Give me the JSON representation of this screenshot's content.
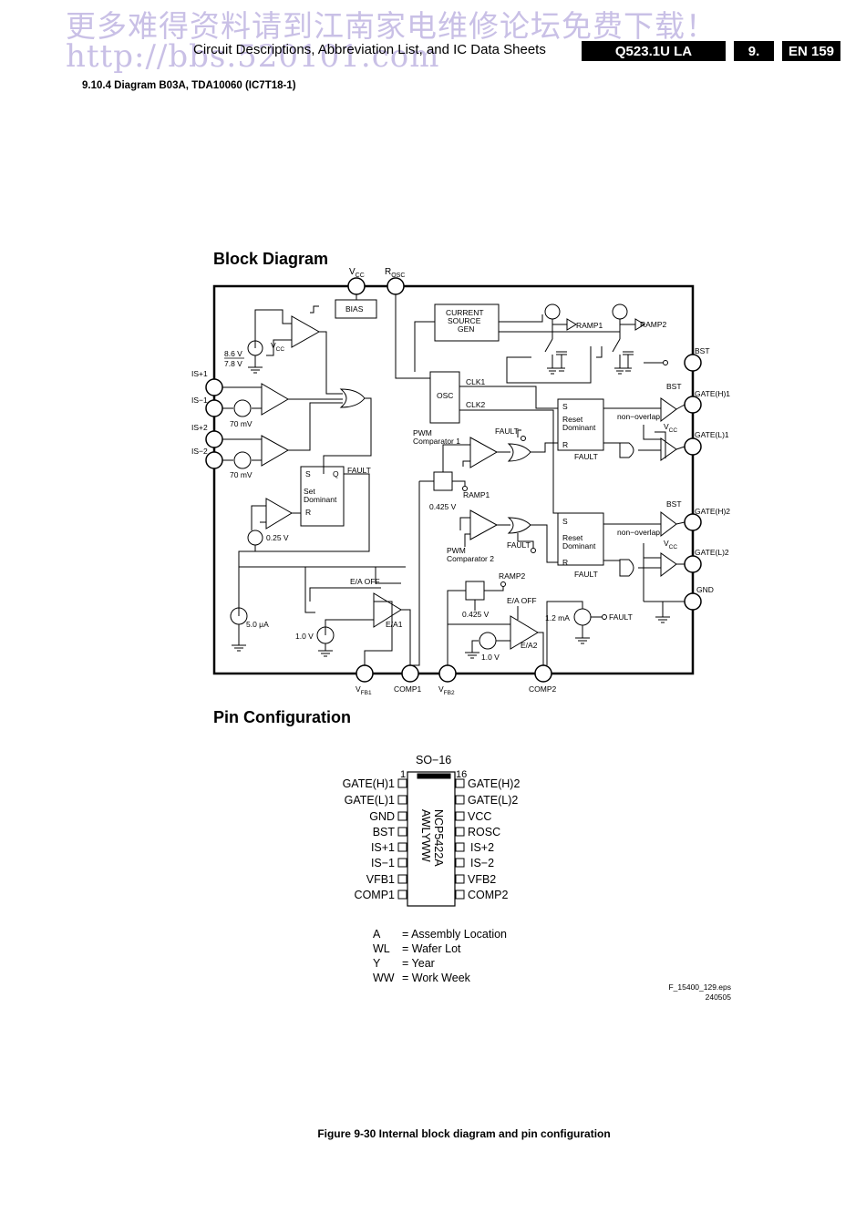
{
  "watermark": {
    "line1": "更多难得资料请到江南家电维修论坛免费下载！",
    "line2": "http://bbs.520101.com"
  },
  "header": {
    "title": "Circuit Descriptions, Abbreviation List, and IC Data Sheets",
    "model": "Q523.1U LA",
    "chapter": "9.",
    "page": "EN 159"
  },
  "section": {
    "title": "9.10.4   Diagram B03A, TDA10060 (IC7T18-1)"
  },
  "block_diagram": {
    "heading": "Block Diagram",
    "pins_top": [
      "V",
      "CC",
      "R",
      "OSC"
    ],
    "pins_left": [
      "IS+1",
      "IS−1",
      "IS+2",
      "IS−2"
    ],
    "pins_right": [
      "BST",
      "GATE(H)1",
      "GATE(L)1",
      "GATE(H)2",
      "GATE(L)2",
      "GND"
    ],
    "pins_bottom": [
      "V",
      "FB1",
      "COMP1",
      "V",
      "FB2",
      "COMP2"
    ],
    "blocks": {
      "bias": "BIAS",
      "current_source": [
        "CURRENT",
        "SOURCE",
        "GEN"
      ],
      "osc": "OSC",
      "latch_s": "S",
      "latch_q": "Q",
      "latch_r": "R",
      "latch_name": [
        "Set",
        "Dominant"
      ],
      "reset_s": "S",
      "reset_r": "R",
      "reset_name": [
        "Reset",
        "Dominant"
      ]
    },
    "labels": {
      "v86": "8.6 V",
      "v78": "7.8 V",
      "vcc_sub": "CC",
      "mv70a": "70 mV",
      "mv70b": "70 mV",
      "v025": "0.25 V",
      "ua5": "5.0 μA",
      "v10a": "1.0 V",
      "v10b": "1.0 V",
      "clk1": "CLK1",
      "clk2": "CLK2",
      "ramp1": "RAMP1",
      "ramp2": "RAMP2",
      "ramp1b": "RAMP1",
      "ramp2b": "RAMP2",
      "pwm1": [
        "PWM",
        "Comparator 1"
      ],
      "pwm2": [
        "PWM",
        "Comparator 2"
      ],
      "fault": "FAULT",
      "v0425a": "0.425 V",
      "v0425b": "0.425 V",
      "eaoff1": "E/A OFF",
      "eaoff2": "E/A OFF",
      "ea1": "E/A1",
      "ea2": "E/A2",
      "ma12": "1.2 mA",
      "nonoverlap": "non−overlap",
      "bst": "BST",
      "vcc": "V",
      "cc": "CC"
    }
  },
  "pin_config": {
    "heading": "Pin Configuration",
    "package": "SO−16",
    "pin1": "1",
    "pin16": "16",
    "marking": [
      "NCP5422A",
      "AWLYWW"
    ],
    "left_pins": [
      "GATE(H)1",
      "GATE(L)1",
      "GND",
      "BST",
      "IS+1",
      "IS−1",
      "VFB1",
      "COMP1"
    ],
    "right_pins": [
      "GATE(H)2",
      "GATE(L)2",
      "VCC",
      "ROSC",
      "IS+2",
      "IS−2",
      "VFB2",
      "COMP2"
    ]
  },
  "legend": [
    {
      "key": "A",
      "value": "= Assembly Location"
    },
    {
      "key": "WL",
      "value": "= Wafer Lot"
    },
    {
      "key": "Y",
      "value": "= Year"
    },
    {
      "key": "WW",
      "value": "= Work Week"
    }
  ],
  "file_ref": {
    "name": "F_15400_129.eps",
    "date": "240505"
  },
  "caption": "Figure 9-30 Internal block diagram and pin configuration"
}
